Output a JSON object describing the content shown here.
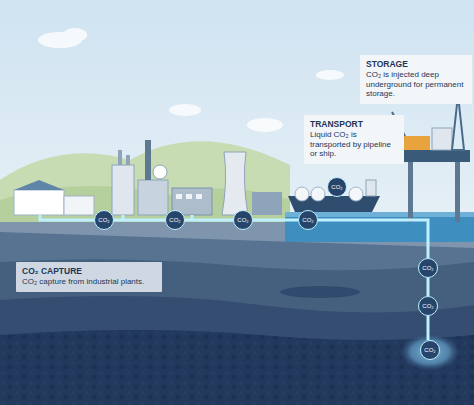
{
  "diagram": {
    "nodes": [
      {
        "text": [
          "STORAGE",
          "CO₂ is injected deep underground for permanent storage."
        ]
      },
      {
        "text": [
          "TRANSPORT",
          "Liquid CO₂ is transported by pipeline or ship."
        ]
      },
      {
        "text": [
          "CO₂"
        ]
      },
      {
        "text": [
          "CO₂"
        ]
      },
      {
        "text": [
          "CO₂"
        ]
      },
      {
        "text": [
          "CO₂"
        ]
      },
      {
        "text": [
          "CO₂"
        ]
      },
      {
        "text": [
          "CO₂ CAPTURE",
          "CO₂ capture from industrial plants."
        ]
      },
      {
        "text": [
          "CO₂"
        ]
      },
      {
        "text": [
          "CO₂"
        ]
      },
      {
        "text": [
          "CO₂"
        ]
      }
    ],
    "edges": [
      {
        "from": 3,
        "to": 4,
        "arrow": "none"
      },
      {
        "from": 4,
        "to": 5,
        "arrow": "none"
      },
      {
        "from": 5,
        "to": 6,
        "arrow": "none"
      },
      {
        "from": 6,
        "to": 8,
        "arrow": "none"
      },
      {
        "from": 8,
        "to": 9,
        "arrow": "none"
      },
      {
        "from": 9,
        "to": 10,
        "arrow": "none"
      }
    ]
  }
}
